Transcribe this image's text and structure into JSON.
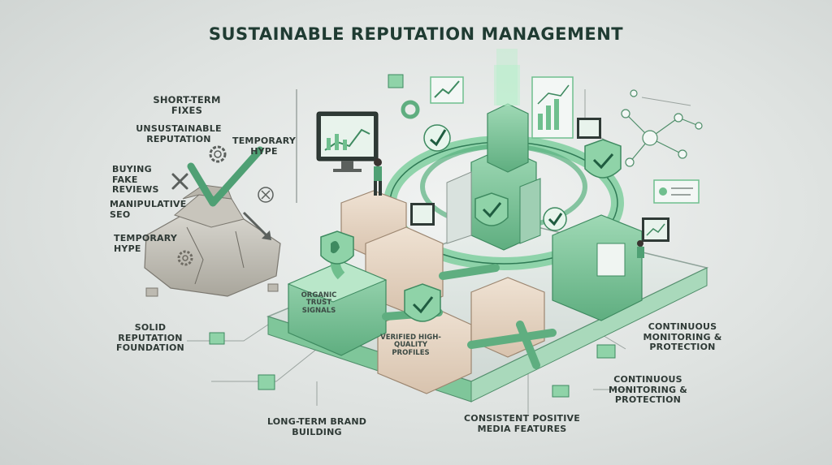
{
  "title": "SUSTAINABLE REPUTATION MANAGEMENT",
  "left": {
    "heading": "SHORT-TERM FIXES",
    "items": [
      "UNSUSTAINABLE REPUTATION",
      "TEMPORARY HYPE",
      "BUYING FAKE REVIEWS",
      "MANIPULATIVE SEO",
      "TEMPORARY HYPE"
    ],
    "foundation": "SOLID REPUTATION FOUNDATION"
  },
  "boxes": {
    "organic": "ORGANIC TRUST SIGNALS",
    "verified": "VERIFIED HIGH-QUALITY PROFILES"
  },
  "bottom": {
    "brand": "LONG-TERM BRAND BUILDING",
    "media": "CONSISTENT POSITIVE MEDIA FEATURES"
  },
  "right": {
    "monitor_1": "CONTINUOUS MONITORING & PROTECTION",
    "monitor_2": "CONTINUOUS MONITORING & PROTECTION"
  },
  "colors": {
    "accent": "#6fbf8e",
    "dark_green": "#2e6b4f",
    "text": "#2f3a36"
  },
  "icons": [
    "gear-icon",
    "check-icon",
    "shield-icon",
    "chart-icon",
    "monitor-icon",
    "network-icon",
    "person-icon"
  ]
}
